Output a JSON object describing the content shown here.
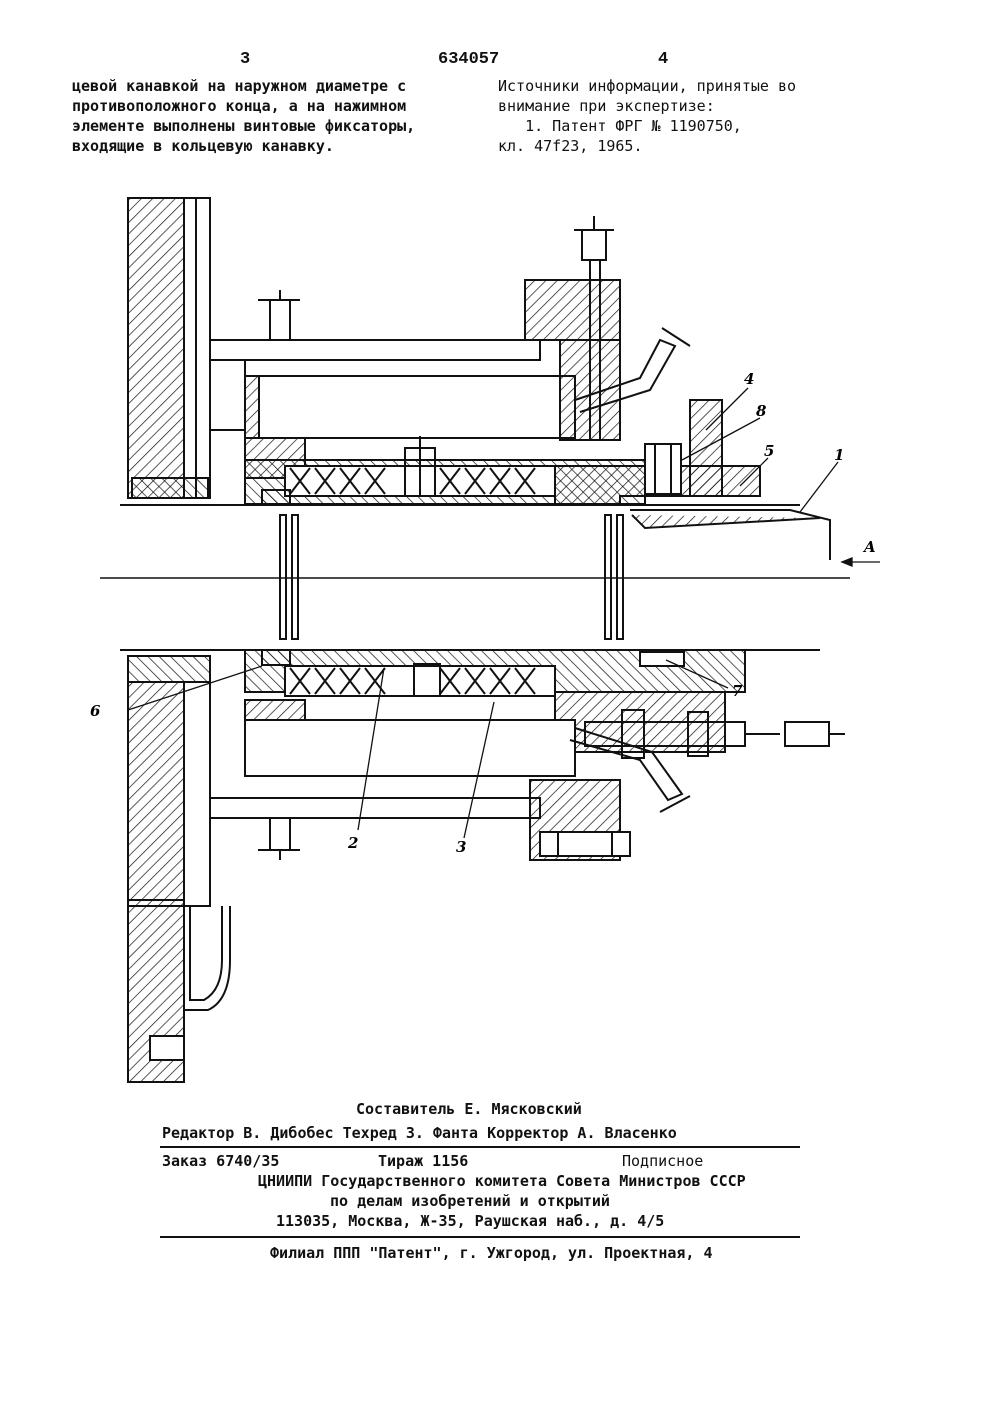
{
  "header": {
    "page_left": "3",
    "patent_number": "634057",
    "page_right": "4"
  },
  "left_column": [
    "цевой канавкой на наружном диаметре с",
    "противоположного конца, а на нажимном",
    "элементе выполнены винтовые фиксаторы,",
    "входящие в кольцевую канавку."
  ],
  "right_column": [
    "Источники информации, принятые во",
    "внимание при экспертизе:",
    "   1. Патент ФРГ № 1190750,",
    "кл. 47f23, 1965."
  ],
  "figure": {
    "labels": {
      "l1": "1",
      "l2": "2",
      "l3": "3",
      "l4": "4",
      "l5": "5",
      "l6": "6",
      "l7": "7",
      "l8": "8",
      "arrow": "A"
    }
  },
  "footer": {
    "compiler": "Составитель Е. Мясковский",
    "editors": "Редактор В. Дибобес Техред З. Фанта Корректор А. Власенко",
    "order": "Заказ 6740/35",
    "print_run": "Тираж 1156",
    "subscription": "Подписное",
    "org": "ЦНИИПИ Государственного комитета Совета Министров СССР",
    "dept": "по делам изобретений и открытий",
    "address": "113035, Москва, Ж-35, Раушская наб., д. 4/5",
    "branch": "Филиал ППП \"Патент\", г. Ужгород, ул. Проектная, 4"
  }
}
